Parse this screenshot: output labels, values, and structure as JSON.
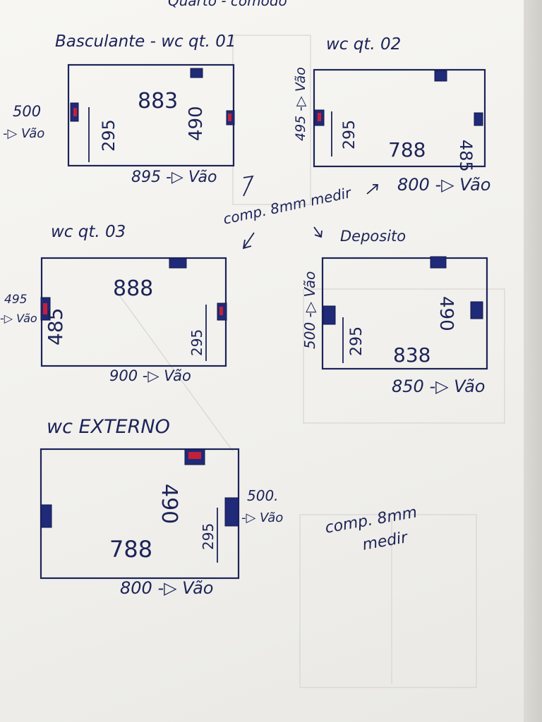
{
  "page": {
    "header_partial": "Quarto - comodo"
  },
  "rooms": {
    "r1": {
      "title": "Basculante - wc qt. 01",
      "room_w": "883",
      "wall_r": "490",
      "sill": "295",
      "bottom": "895 -▷ Vão",
      "side": "500\n-▷ Vão",
      "side_top": "500",
      "side_bot": "-▷ Vão"
    },
    "r2": {
      "title": "wc qt. 02",
      "room_w": "788",
      "wall_r": "485",
      "sill": "295",
      "bottom": "800 -▷ Vão",
      "side": "495 -▷ Vão"
    },
    "r3": {
      "title": "wc qt. 03",
      "room_w": "888",
      "wall_l": "485",
      "sill": "295",
      "bottom": "900 -▷ Vão",
      "side_top": "495",
      "side_bot": "-▷ Vão"
    },
    "r4": {
      "title": "Deposito",
      "room_w": "838",
      "wall_r": "490",
      "sill": "295",
      "bottom": "850 -▷ Vão",
      "side": "500 -▷ Vão"
    },
    "r5": {
      "title": "wc EXTERNO",
      "room_w": "788",
      "wall_r": "490",
      "sill": "295",
      "bottom": "800 -▷ Vão",
      "side_top": "500.",
      "side_bot": "-▷ Vão"
    }
  },
  "notes": {
    "center_note": "comp. 8mm medir",
    "lower_note_1": "comp. 8mm",
    "lower_note_2": "medir"
  },
  "colors": {
    "ink": "#1c2358",
    "window_fill": "#1f2a78",
    "window_mark": "#c4203a"
  }
}
